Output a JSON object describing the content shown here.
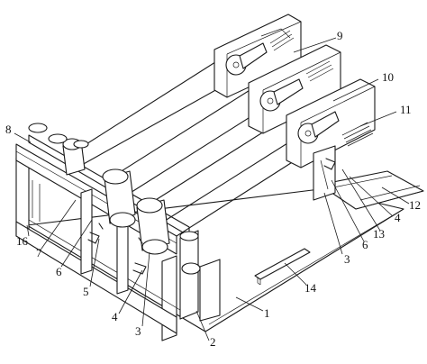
{
  "callouts": [
    {
      "id": "c1",
      "text": "1"
    },
    {
      "id": "c2",
      "text": "2"
    },
    {
      "id": "c3",
      "text": "3"
    },
    {
      "id": "c4",
      "text": "4"
    },
    {
      "id": "c5",
      "text": "5"
    },
    {
      "id": "c6",
      "text": "6"
    },
    {
      "id": "c7",
      "text": "7"
    },
    {
      "id": "c8",
      "text": "8"
    },
    {
      "id": "c9",
      "text": "9"
    },
    {
      "id": "c10",
      "text": "10"
    },
    {
      "id": "c11",
      "text": "11"
    },
    {
      "id": "c12",
      "text": "12"
    },
    {
      "id": "c13",
      "text": "13"
    },
    {
      "id": "c14",
      "text": "14"
    },
    {
      "id": "c16",
      "text": "16"
    },
    {
      "id": "c3r",
      "text": "3"
    },
    {
      "id": "c4r",
      "text": "4"
    },
    {
      "id": "c6r",
      "text": "6"
    }
  ]
}
